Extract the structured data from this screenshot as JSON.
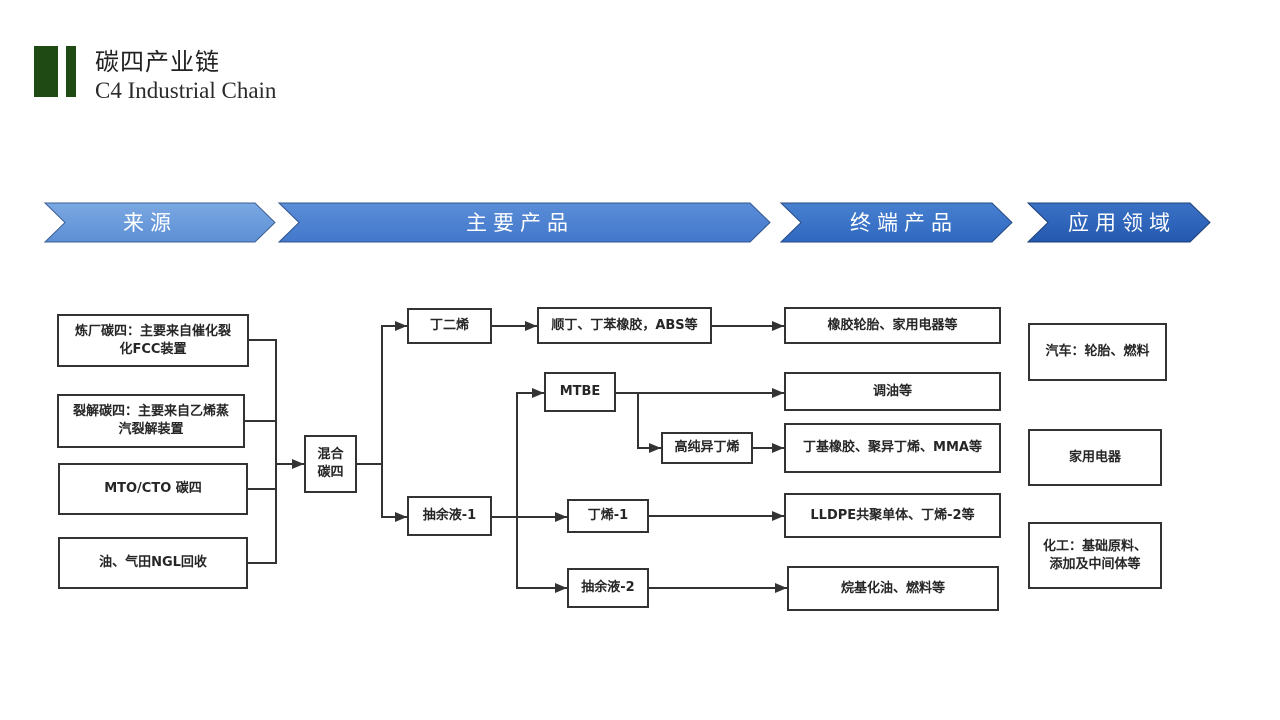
{
  "header": {
    "title_cn": "碳四产业链",
    "title_en": "C4 Industrial Chain"
  },
  "colors": {
    "accent_bar": "#1f4a14",
    "banner_source": "#6a9bda",
    "banner_main": "#4b81d1",
    "banner_terminal": "#3a72c8",
    "banner_application": "#2c63ba",
    "box_border": "#333333"
  },
  "stages": [
    {
      "label": "来源"
    },
    {
      "label": "主要产品"
    },
    {
      "label": "终端产品"
    },
    {
      "label": "应用领域"
    }
  ],
  "sources": [
    {
      "label": "炼厂碳四：主要来自催化裂\n化FCC装置"
    },
    {
      "label": "裂解碳四：主要来自乙烯蒸\n汽裂解装置"
    },
    {
      "label": "MTO/CTO 碳四"
    },
    {
      "label": "油、气田NGL回收"
    }
  ],
  "mixed": {
    "label": "混合\n碳四"
  },
  "main_products": {
    "butadiene": "丁二烯",
    "raffinate1": "抽余液-1",
    "mtbe": "MTBE",
    "high_purity_isobutene": "高纯异丁烯",
    "butene1": "丁烯-1",
    "raffinate2": "抽余液-2",
    "butadiene_derivatives": "顺丁、丁苯橡胶，ABS等"
  },
  "terminal_products": [
    {
      "label": "橡胶轮胎、家用电器等"
    },
    {
      "label": "调油等"
    },
    {
      "label": "丁基橡胶、聚异丁烯、MMA等"
    },
    {
      "label": "LLDPE共聚单体、丁烯-2等"
    },
    {
      "label": "烷基化油、燃料等"
    }
  ],
  "applications": [
    {
      "label": "汽车：轮胎、燃料"
    },
    {
      "label": "家用电器"
    },
    {
      "label": "化工：基础原料、\n添加及中间体等"
    }
  ]
}
